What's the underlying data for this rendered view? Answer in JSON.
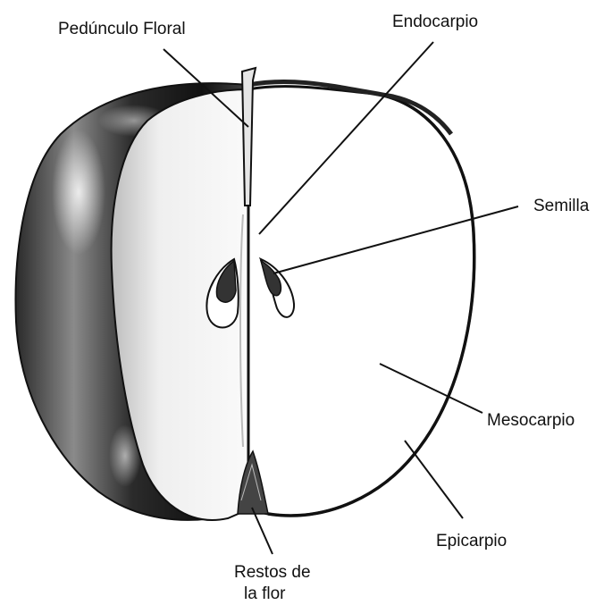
{
  "diagram": {
    "labels": {
      "pedunculo": "Pedúnculo Floral",
      "endocarpio": "Endocarpio",
      "semilla": "Semilla",
      "mesocarpio": "Mesocarpio",
      "epicarpio": "Epicarpio",
      "restos_line1": "Restos de",
      "restos_line2": "la flor"
    },
    "colors": {
      "skin_dark": "#1a1a1a",
      "skin_mid": "#6e6e6e",
      "flesh": "#ffffff",
      "shadow": "#d9d9d9",
      "ink": "#111111"
    }
  }
}
